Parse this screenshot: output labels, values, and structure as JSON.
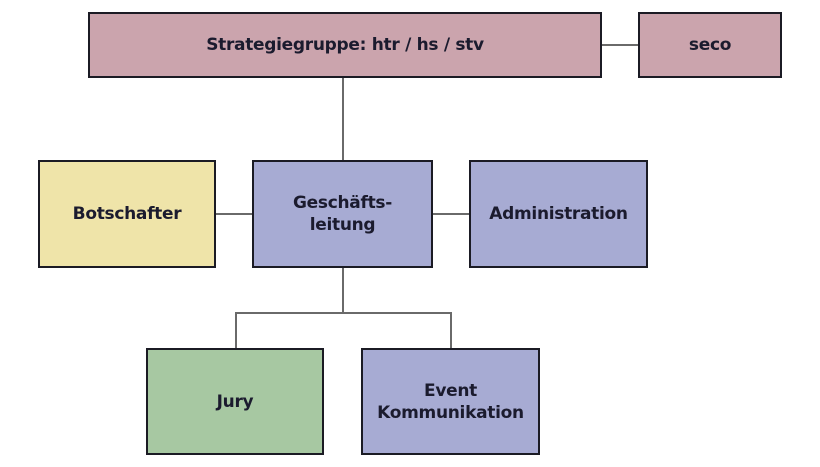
{
  "nodes": {
    "strategy": {
      "label": "Strategiegruppe: htr / hs / stv",
      "color": "#cba4ad"
    },
    "seco": {
      "label": "seco",
      "color": "#cba4ad"
    },
    "ambassador": {
      "label": "Botschafter",
      "color": "#efe4a9"
    },
    "management": {
      "label_line1": "Geschäfts-",
      "label_line2": "leitung",
      "color": "#a7abd3"
    },
    "administration": {
      "label": "Administration",
      "color": "#a7abd3"
    },
    "jury": {
      "label": "Jury",
      "color": "#a7c8a2"
    },
    "event": {
      "label_line1": "Event",
      "label_line2": "Kommunikation",
      "color": "#a7abd3"
    }
  }
}
